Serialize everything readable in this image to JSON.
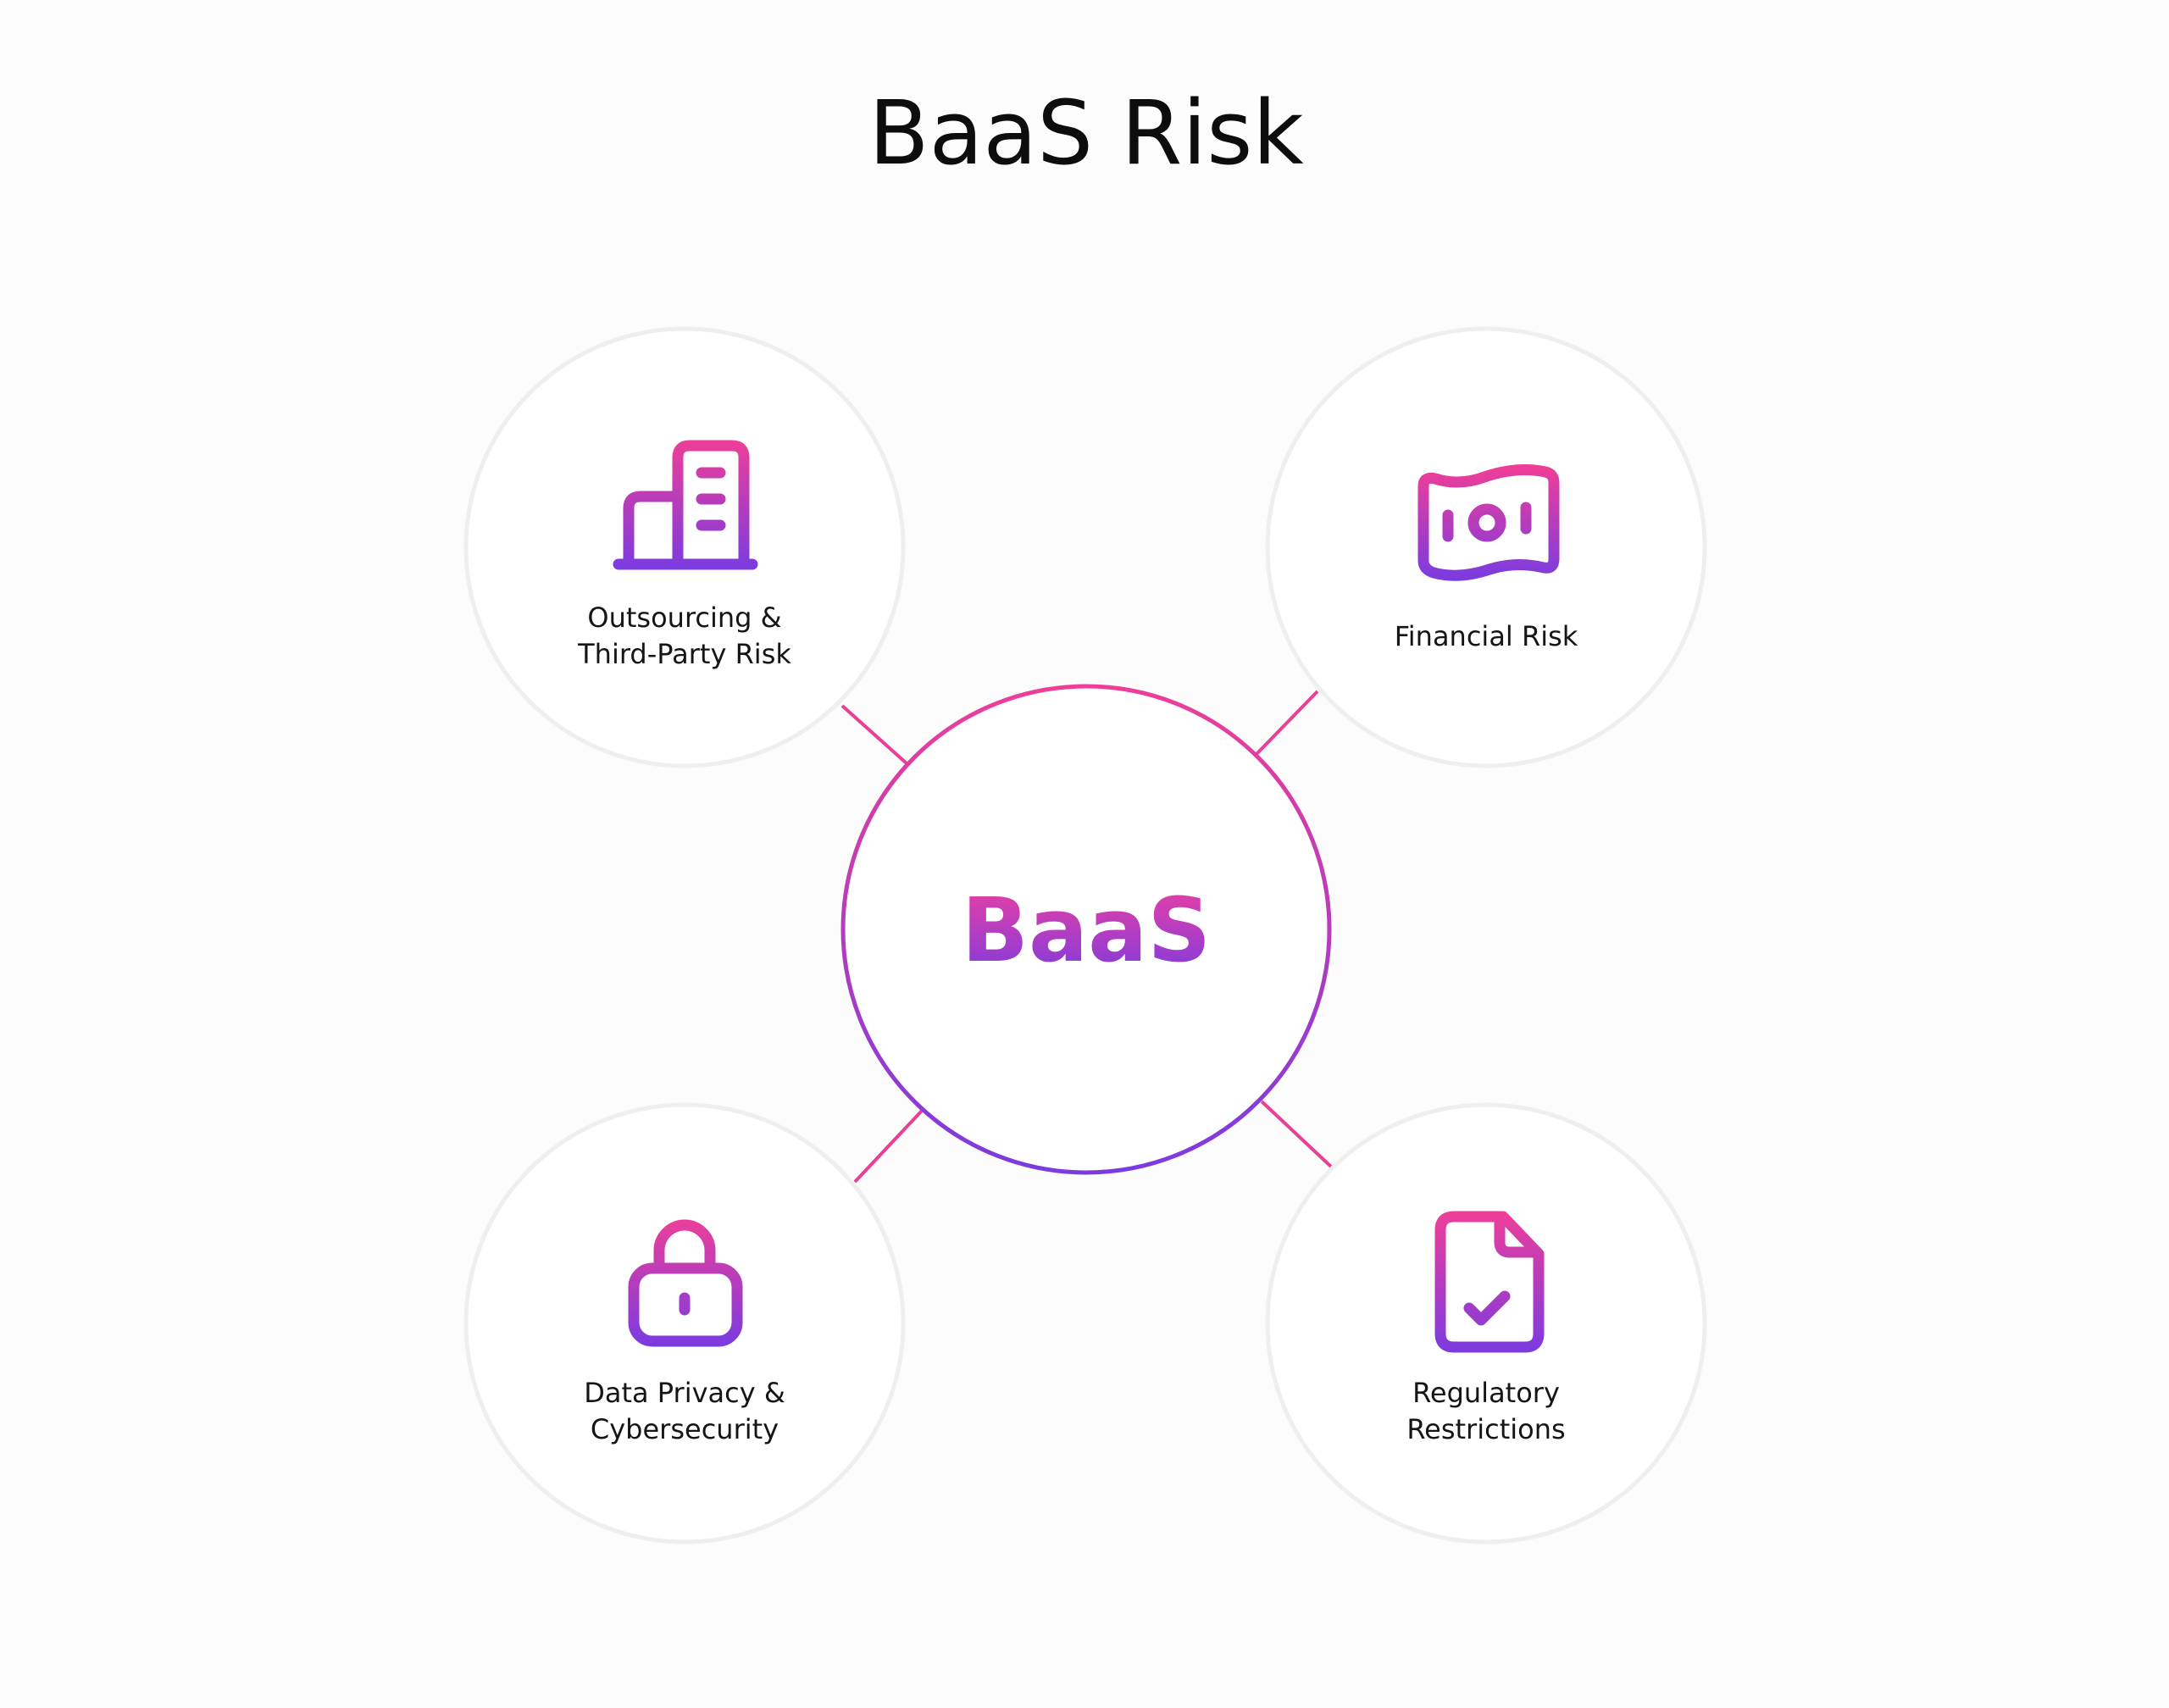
{
  "title": "BaaS Risk",
  "center": {
    "label": "BaaS"
  },
  "nodes": [
    {
      "icon": "building-icon",
      "lines": [
        "Outsourcing &",
        "Third-Party Risk"
      ]
    },
    {
      "icon": "money-icon",
      "lines": [
        "Financial Risk"
      ]
    },
    {
      "icon": "lock-icon",
      "lines": [
        "Data Privacy &",
        "Cybersecurity"
      ]
    },
    {
      "icon": "document-check-icon",
      "lines": [
        "Regulatory",
        "Restrictions"
      ]
    }
  ],
  "colors": {
    "gradient_start": "#ee3e98",
    "gradient_end": "#7b3be0",
    "node_border": "#efefef",
    "text": "#151515"
  }
}
